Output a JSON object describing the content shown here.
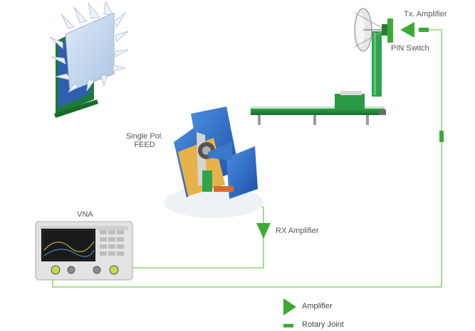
{
  "labels": {
    "tx_amplifier": "Tx. Amplifier",
    "pin_switch": "PIN Switch",
    "single_pol_line1": "Single Pol.",
    "single_pol_line2": "FEED",
    "vna": "VNA",
    "rx_amplifier": "RX Amplifier"
  },
  "legend": {
    "amplifier": "Amplifier",
    "rotary_joint": "Rotary Joint"
  },
  "colors": {
    "signal_line": "#8fd16a",
    "amplifier": "#3aaa35",
    "rail": "#1f8a3a",
    "absorber": "#2a6fcf",
    "feed_plate": "#e8b24a",
    "vna_body": "#d9d9d9"
  }
}
